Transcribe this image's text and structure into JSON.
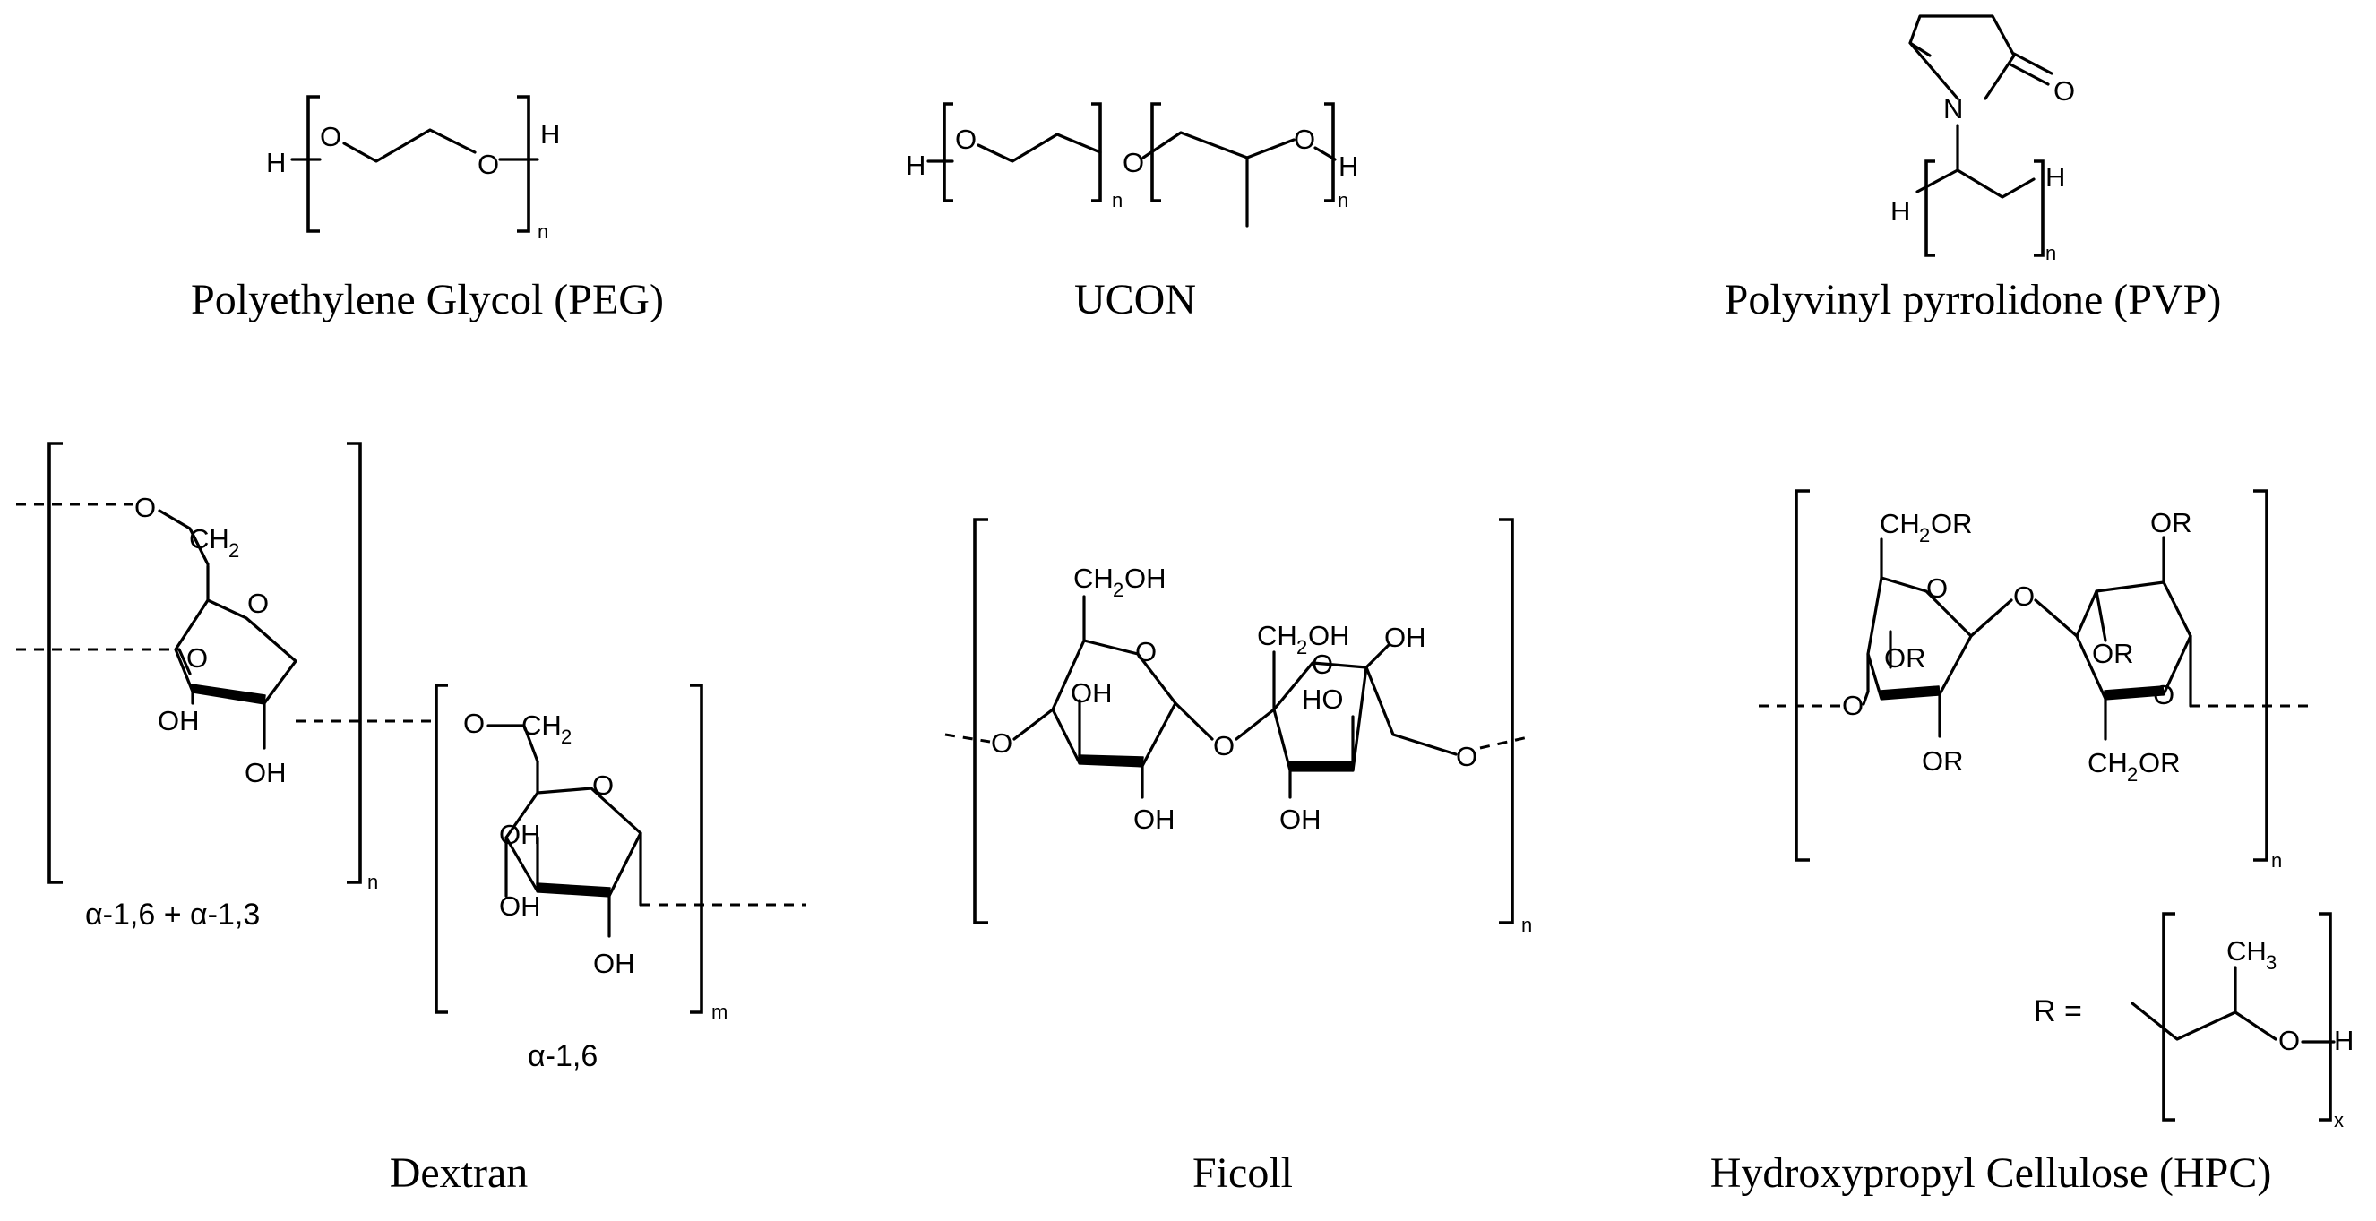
{
  "captions": {
    "peg": "Polyethylene Glycol (PEG)",
    "ucon": "UCON",
    "pvp": "Polyvinyl pyrrolidone (PVP)",
    "dextran": "Dextran",
    "ficoll": "Ficoll",
    "hpc": "Hydroxypropyl Cellulose (HPC)"
  },
  "atoms": {
    "H": "H",
    "O": "O",
    "N": "N",
    "OH": "OH",
    "HO": "HO",
    "OR": "OR",
    "CH": "CH",
    "2": "2",
    "3": "3",
    "CH2OH_tail": "OH",
    "CH2OR_tail": "OR"
  },
  "subscripts": {
    "n": "n",
    "m": "m",
    "x": "x"
  },
  "linkages": {
    "dextran_branch": "α-1,6 + α-1,3",
    "dextran_main": "α-1,6"
  },
  "hpc": {
    "r_equals": "R ="
  }
}
